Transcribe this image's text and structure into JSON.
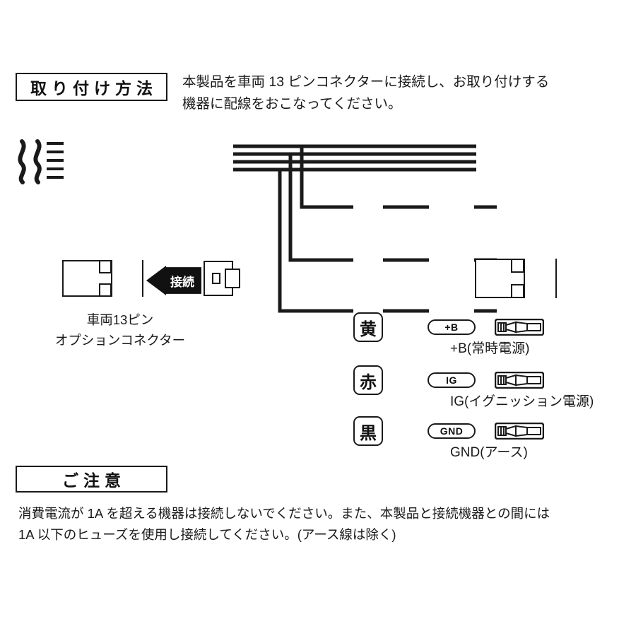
{
  "document": {
    "background_color": "#ffffff",
    "ink_color": "#1a1a1a"
  },
  "install_section": {
    "heading": "取り付け方法",
    "body": "本製品を車両 13 ピンコネクターに接続し、お取り付けする\n機器に配線をおこなってください。"
  },
  "diagram": {
    "connect_arrow_label": "接続",
    "vehicle_connector_caption": "車両13ピン\nオプションコネクター",
    "left_connector_name": "vehicle-13pin-option-connector",
    "right_connector_name": "product-connector",
    "wire_count": 4,
    "branches": [
      {
        "chip_label": "黄",
        "chip_color_name": "yellow",
        "tag_label": "+B",
        "caption": "+B(常時電源)",
        "terminal_name": "spade-terminal"
      },
      {
        "chip_label": "赤",
        "chip_color_name": "red",
        "tag_label": "IG",
        "caption": "IG(イグニッション電源)",
        "terminal_name": "spade-terminal"
      },
      {
        "chip_label": "黒",
        "chip_color_name": "black",
        "tag_label": "GND",
        "caption": "GND(アース)",
        "terminal_name": "spade-terminal"
      }
    ]
  },
  "caution_section": {
    "heading": "ご注意",
    "body": "消費電流が 1A を超える機器は接続しないでください。また、本製品と接続機器との間には\n1A 以下のヒューズを使用し接続してください。(アース線は除く)"
  }
}
